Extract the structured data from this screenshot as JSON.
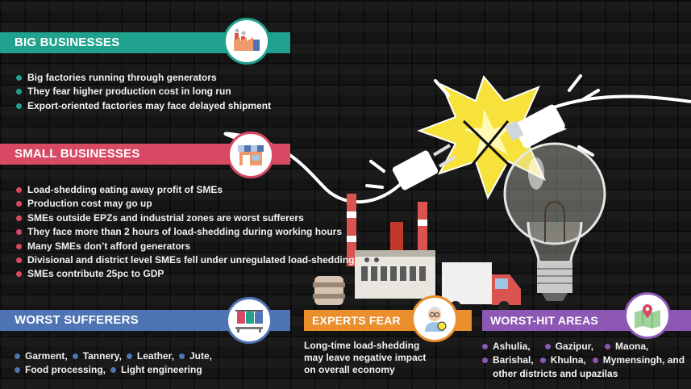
{
  "big_businesses": {
    "title": "BIG BUSINESSES",
    "items": [
      "Big factories running through generators",
      "They fear higher production cost in long run",
      "Export-oriented factories may face delayed shipment"
    ]
  },
  "small_businesses": {
    "title": "SMALL BUSINESSES",
    "items": [
      "Load-shedding eating away profit of SMEs",
      "Production cost may go up",
      "SMEs outside EPZs and industrial zones are worst sufferers",
      "They face more than 2 hours of load-shedding during working hours",
      "Many SMEs don’t afford generators",
      "Divisional and district level SMEs fell under unregulated load-shedding",
      "SMEs contribute 25pc to GDP"
    ]
  },
  "worst_sufferers": {
    "title": "WORST SUFFERERS",
    "row1": [
      "Garment,",
      "Tannery,",
      "Leather,",
      "Jute,"
    ],
    "row2": [
      "Food processing,",
      "Light engineering"
    ]
  },
  "experts_fear": {
    "title": "EXPERTS FEAR",
    "lines": [
      "Long-time load-shedding",
      "may leave negative impact",
      "on overall economy"
    ]
  },
  "worst_hit": {
    "title": "WORST-HIT AREAS",
    "row1": [
      "Ashulia,",
      "Gazipur,",
      "Maona,"
    ],
    "row2": [
      "Barishal,",
      "Khulna,",
      "Mymensingh, and"
    ],
    "row3": "other districts and upazilas"
  },
  "colors": {
    "green": "#20a28e",
    "red": "#d84a63",
    "blue": "#4f74b4",
    "orange": "#ea8f2c",
    "purple": "#8c58b4",
    "spark": "#f6e23a"
  },
  "icons": [
    "factory-icon",
    "shop-icon",
    "clothes-rack-icon",
    "expert-icon",
    "map-pin-icon",
    "lightbulb-icon",
    "power-plug-icon"
  ]
}
